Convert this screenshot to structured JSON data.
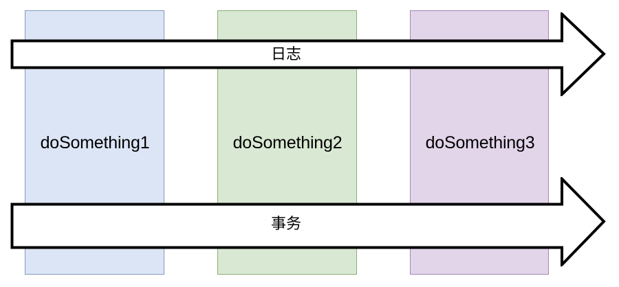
{
  "diagram": {
    "title": "aop-aspect-weaving-diagram",
    "background_color": "#ffffff",
    "columns": [
      {
        "label": "doSomething1",
        "fill_color": "#dce5f6",
        "border_color": "#7e9bbd",
        "icon": "column-block-icon"
      },
      {
        "label": "doSomething2",
        "fill_color": "#d9e8d2",
        "border_color": "#87ae78",
        "icon": "column-block-icon"
      },
      {
        "label": "doSomething3",
        "fill_color": "#e2d5ea",
        "border_color": "#a285b4",
        "icon": "column-block-icon"
      }
    ],
    "banners": [
      {
        "label": "日志",
        "fill_color": "#ffffff",
        "stroke_color": "#000000",
        "direction": "right",
        "icon": "right-arrow-banner-icon"
      },
      {
        "label": "事务",
        "fill_color": "#ffffff",
        "stroke_color": "#000000",
        "direction": "right",
        "icon": "right-arrow-banner-icon"
      }
    ]
  }
}
